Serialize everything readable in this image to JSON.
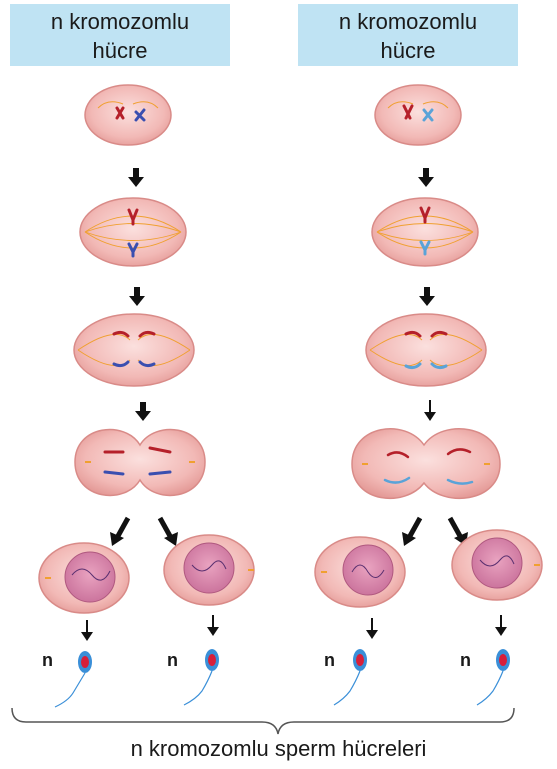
{
  "header_left": {
    "line1": "n kromozomlu",
    "line2": "hücre"
  },
  "header_right": {
    "line1": "n kromozomlu",
    "line2": "hücre"
  },
  "n_labels": [
    "n",
    "n",
    "n",
    "n"
  ],
  "footer_caption": "n kromozomlu sperm hücreleri",
  "colors": {
    "header_bg": "#bfe3f3",
    "cell_fill": "#f2b9b6",
    "cell_edge": "#d98b88",
    "chromosome_red": "#b5202a",
    "chromosome_blue": "#3a4fb0",
    "chromosome_light_blue": "#5aa3d8",
    "spindle": "#f0a030",
    "arrow": "#111111",
    "sperm_head": "#3a8fd8",
    "sperm_nucleus": "#d81f3a"
  }
}
